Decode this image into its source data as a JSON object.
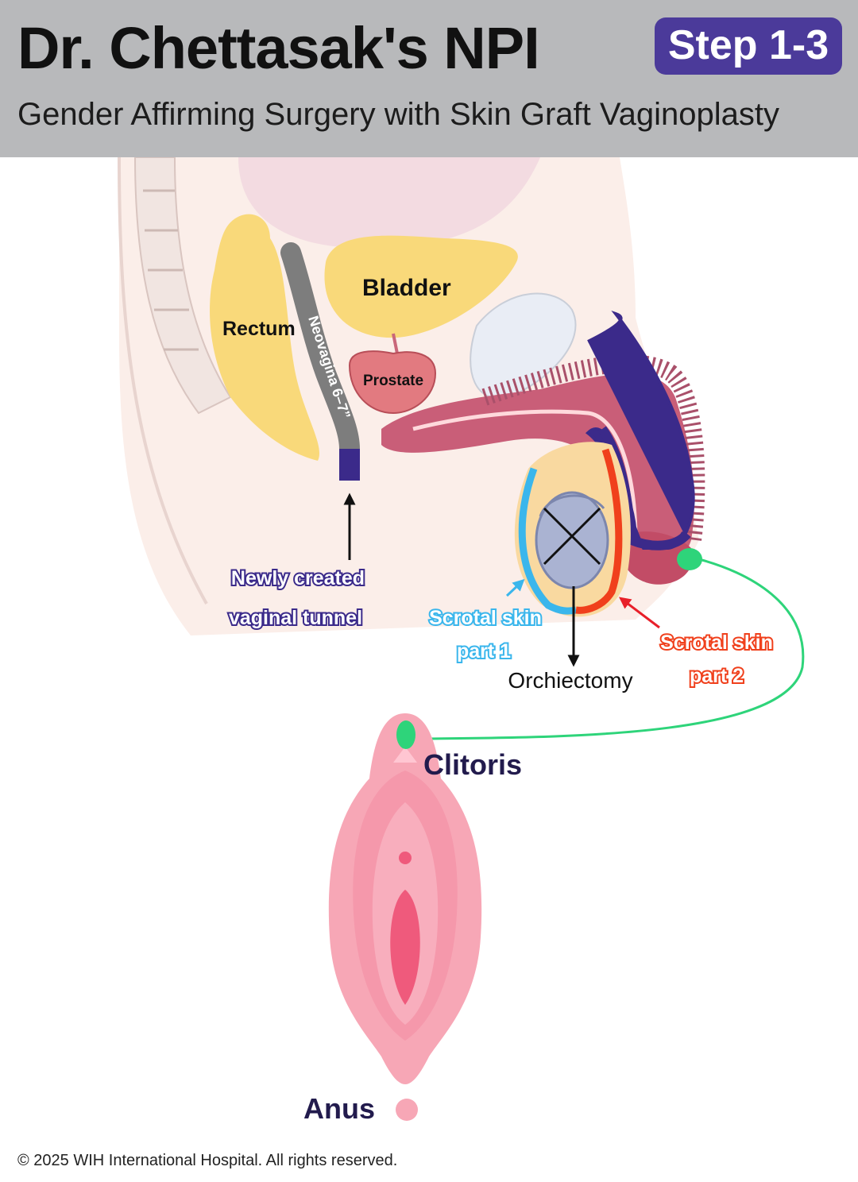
{
  "header": {
    "title": "Dr. Chettasak's NPI",
    "badge": "Step 1-3",
    "subtitle": "Gender Affirming Surgery with Skin Graft Vaginoplasty"
  },
  "labels": {
    "bladder": "Bladder",
    "rectum": "Rectum",
    "prostate": "Prostate",
    "neovagina": "Neovagina 6–7”",
    "tunnel_line1": "Newly created",
    "tunnel_line2": "vaginal tunnel",
    "scrotal1_line1": "Scrotal skin",
    "scrotal1_line2": "part 1",
    "scrotal2_line1": "Scrotal skin",
    "scrotal2_line2": "part 2",
    "orchiectomy": "Orchiectomy",
    "clitoris": "Clitoris",
    "anus": "Anus"
  },
  "colors": {
    "header_bg": "#b8b9bb",
    "badge_bg": "#4b3a9a",
    "tunnel_purple": "#3b2a8a",
    "scrotal1_blue": "#3ab6ec",
    "scrotal2_red": "#f0401c",
    "clitoris_green": "#2ed47a",
    "organ_yellow": "#f9d97a",
    "neovagina_gray": "#7d7d7d"
  },
  "footer": {
    "copyright": "© 2025 WIH International Hospital. All rights reserved."
  }
}
